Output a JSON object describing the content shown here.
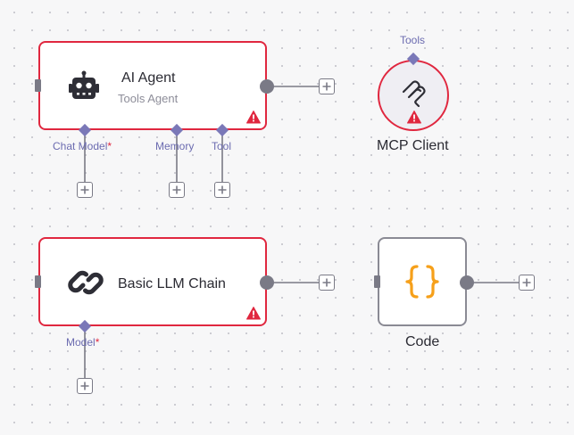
{
  "canvas": {
    "colors": {
      "error": "#e0273f",
      "handle": "#7a7a86",
      "port": "#7a78b8",
      "code_icon": "#f6a01a"
    }
  },
  "nodes": {
    "ai_agent": {
      "title": "AI Agent",
      "subtitle": "Tools Agent",
      "icon": "robot-icon",
      "status": "warning",
      "ports": [
        {
          "label": "Chat Model",
          "required_mark": "*"
        },
        {
          "label": "Memory",
          "required_mark": ""
        },
        {
          "label": "Tool",
          "required_mark": ""
        }
      ]
    },
    "mcp_client": {
      "title": "MCP Client",
      "icon": "mcp-icon",
      "status": "warning",
      "input_label": "Tools"
    },
    "basic_llm_chain": {
      "title": "Basic LLM Chain",
      "icon": "link-icon",
      "status": "warning",
      "ports": [
        {
          "label": "Model",
          "required_mark": "*"
        }
      ]
    },
    "code": {
      "title": "Code",
      "icon": "code-braces-icon"
    }
  }
}
